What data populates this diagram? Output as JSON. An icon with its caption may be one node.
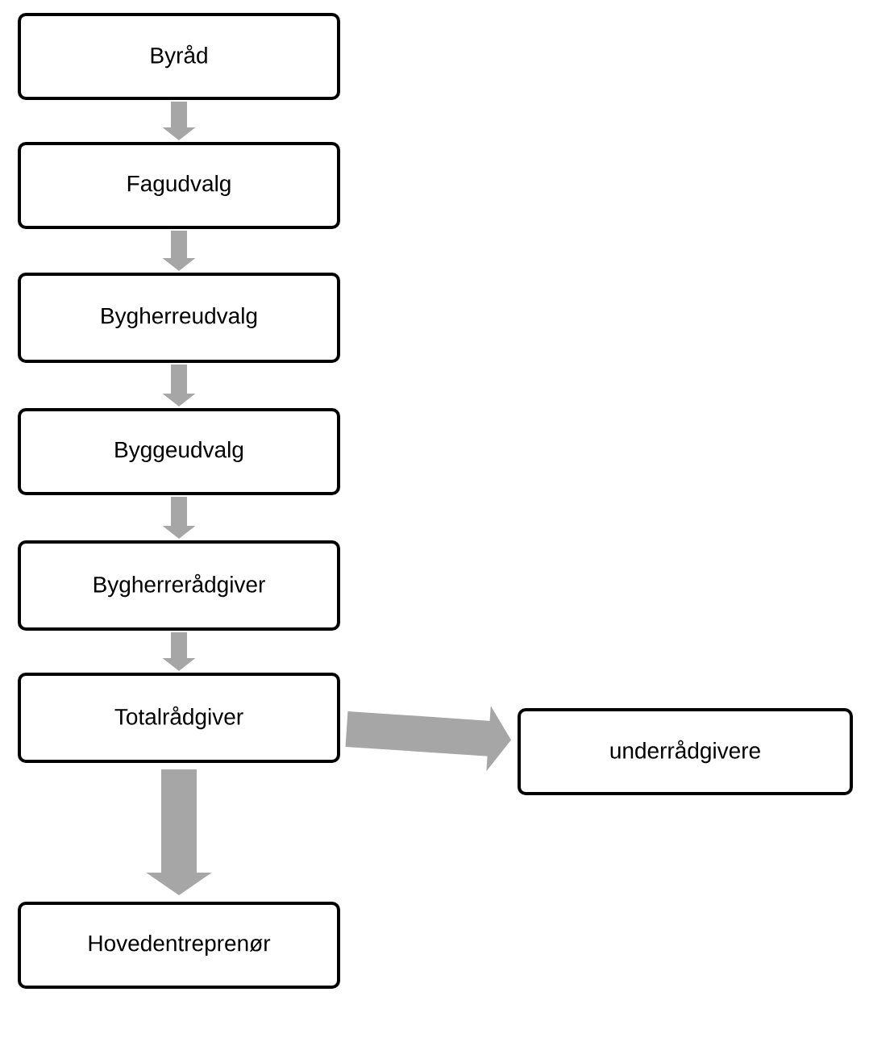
{
  "diagram": {
    "nodes": [
      {
        "text": [
          "Byråd"
        ]
      },
      {
        "text": [
          "Fagudvalg"
        ]
      },
      {
        "text": [
          "Bygherreudvalg"
        ]
      },
      {
        "text": [
          "Byggeudvalg"
        ]
      },
      {
        "text": [
          "Bygherrerådgiver"
        ]
      },
      {
        "text": [
          "Totalrådgiver"
        ]
      },
      {
        "text": [
          "underrådgivere"
        ]
      },
      {
        "text": [
          "Hovedentreprenør"
        ]
      }
    ],
    "edges": [
      {
        "from": 0,
        "to": 1,
        "arrow": "to"
      },
      {
        "from": 1,
        "to": 2,
        "arrow": "to"
      },
      {
        "from": 2,
        "to": 3,
        "arrow": "to"
      },
      {
        "from": 3,
        "to": 4,
        "arrow": "to"
      },
      {
        "from": 4,
        "to": 5,
        "arrow": "to"
      },
      {
        "from": 5,
        "to": 6,
        "arrow": "to",
        "style": "thick"
      },
      {
        "from": 5,
        "to": 7,
        "arrow": "to",
        "style": "thick"
      }
    ]
  }
}
